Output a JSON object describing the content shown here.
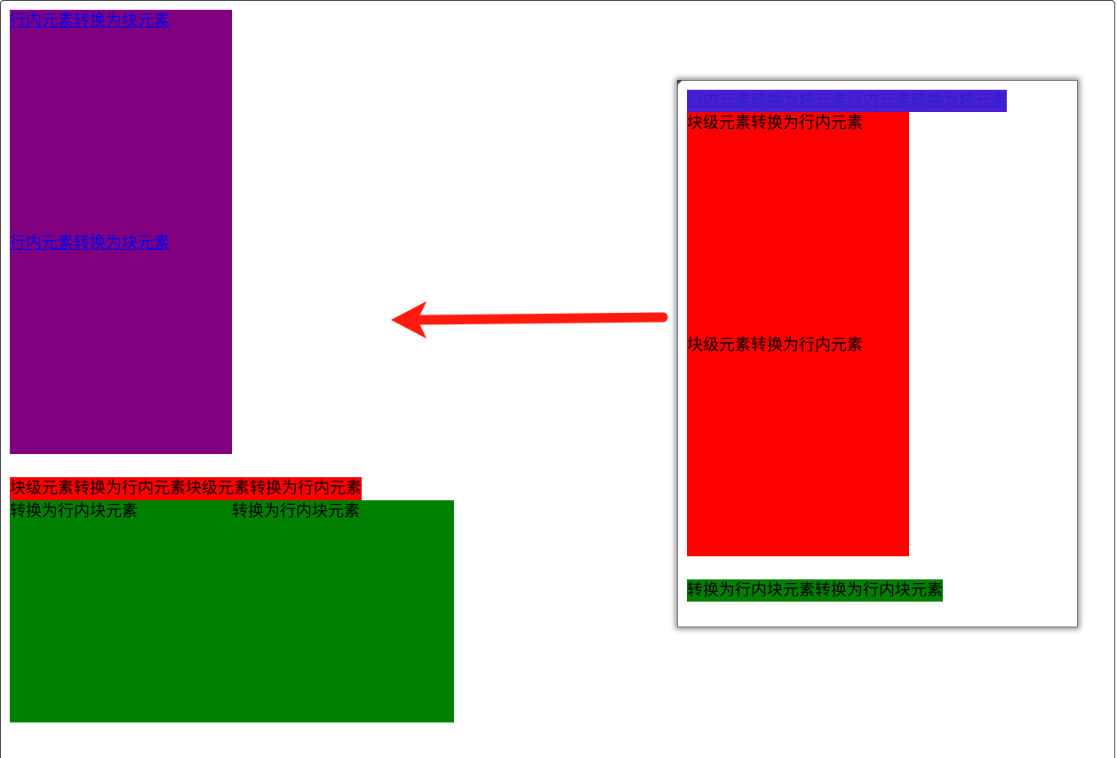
{
  "left": {
    "inline_to_block_links": [
      "行内元素转换为块元素",
      "行内元素转换为块元素"
    ],
    "block_to_inline_text": [
      "块级元素转换为行内元素",
      "块级元素转换为行内元素"
    ],
    "inline_block_items": [
      "转换为行内块元素",
      "转换为行内块元素"
    ]
  },
  "preview_panel": {
    "inline_links": [
      "行内元素转换为块元素",
      "行内元素转换为块元素"
    ],
    "block_items": [
      "块级元素转换为行内元素",
      "块级元素转换为行内元素"
    ],
    "inline_block_text": [
      "转换为行内块元素",
      "转换为行内块元素"
    ]
  },
  "colors": {
    "purple_block": "#800080",
    "red_block": "#ff0000",
    "green_block": "#008000",
    "arrow": "#ff1a0d"
  },
  "annotation": {
    "arrow_icon": "left-arrow-icon"
  }
}
